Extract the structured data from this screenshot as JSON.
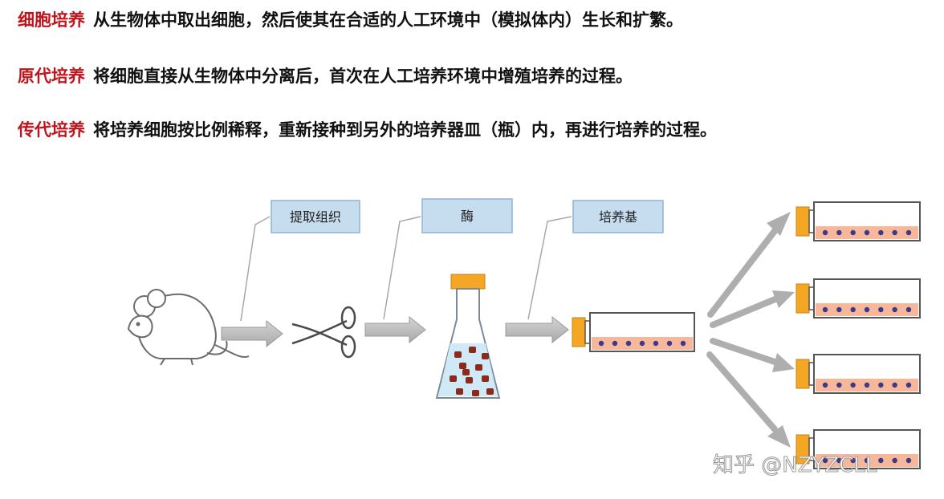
{
  "definitions": [
    {
      "term": "细胞培养",
      "description": "从生物体中取出细胞，然后使其在合适的人工环境中（模拟体内）生长和扩繁。"
    },
    {
      "term": "原代培养",
      "description": "将细胞直接从生物体中分离后，首次在人工培养环境中增殖培养的过程。"
    },
    {
      "term": "传代培养",
      "description": "将培养细胞按比例稀释，重新接种到另外的培养器皿（瓶）内，再进行培养的过程。"
    }
  ],
  "diagram": {
    "labels": {
      "extract_tissue": "提取组织",
      "enzyme": "酶",
      "medium": "培养基"
    },
    "icons": [
      "mouse-icon",
      "scissors-icon",
      "erlenmeyer-flask-icon",
      "culture-flask-icon"
    ],
    "passage_flask_count": 4,
    "colors": {
      "label_box_fill": "#c6dcef",
      "label_box_stroke": "#8fb4d6",
      "arrow": "#b8b8b8",
      "flask_cap": "#f5a623",
      "medium": "#f6b79a",
      "cells": "#8b2a1a",
      "flask_liquid": "#cfe9f7",
      "term_red": "#c0141c"
    }
  },
  "watermark": "知乎 @NZYZCLL"
}
